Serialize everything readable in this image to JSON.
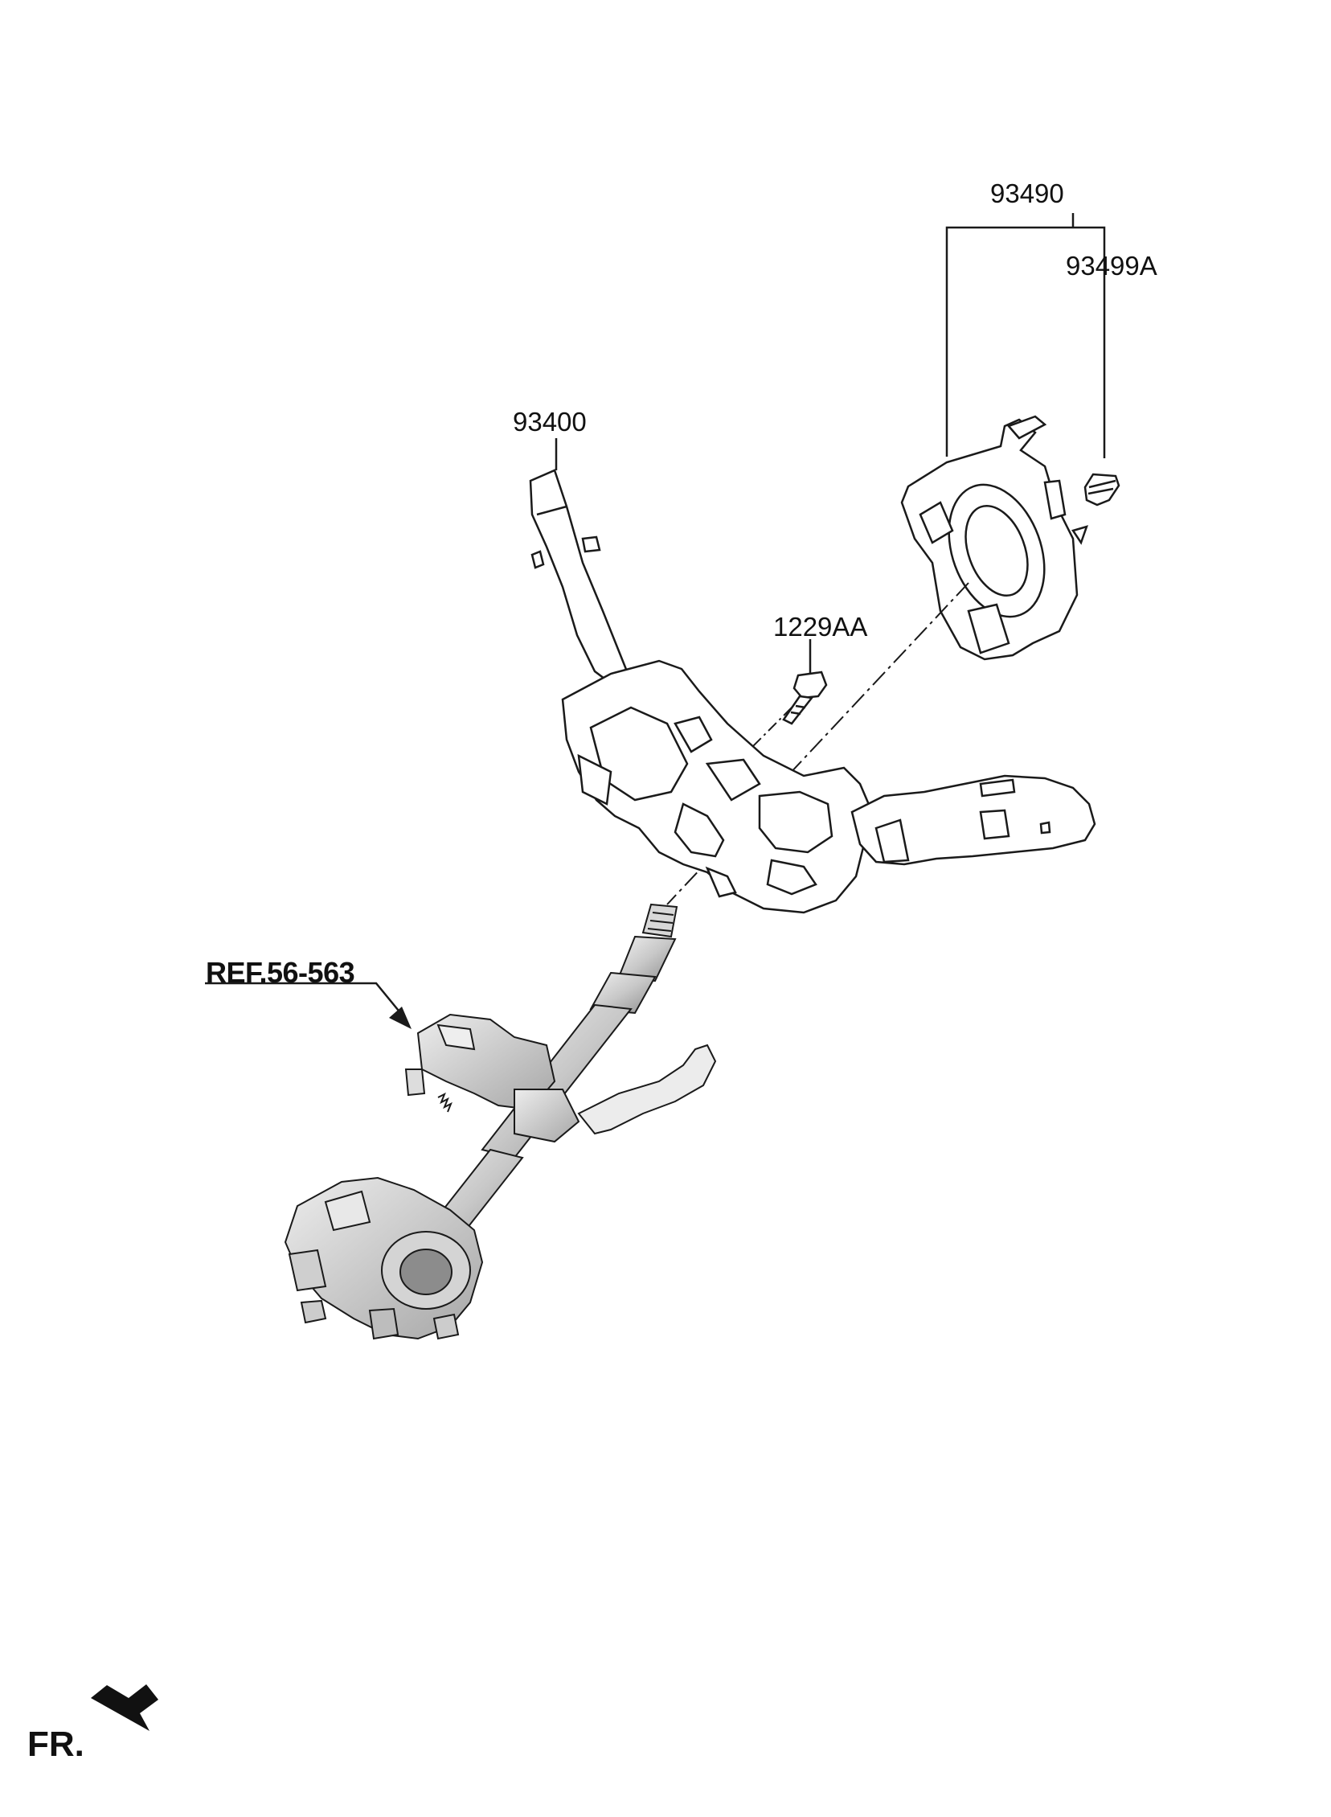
{
  "labels": {
    "part_93490": "93490",
    "part_93499A": "93499A",
    "part_93400": "93400",
    "part_1229AA": "1229AA",
    "ref": "REF.56-563",
    "front": "FR."
  },
  "colors": {
    "line": "#1a1a1a",
    "column_light": "#e4e4e4",
    "column_mid": "#c4c4c4",
    "column_dark": "#8c8c8c"
  }
}
